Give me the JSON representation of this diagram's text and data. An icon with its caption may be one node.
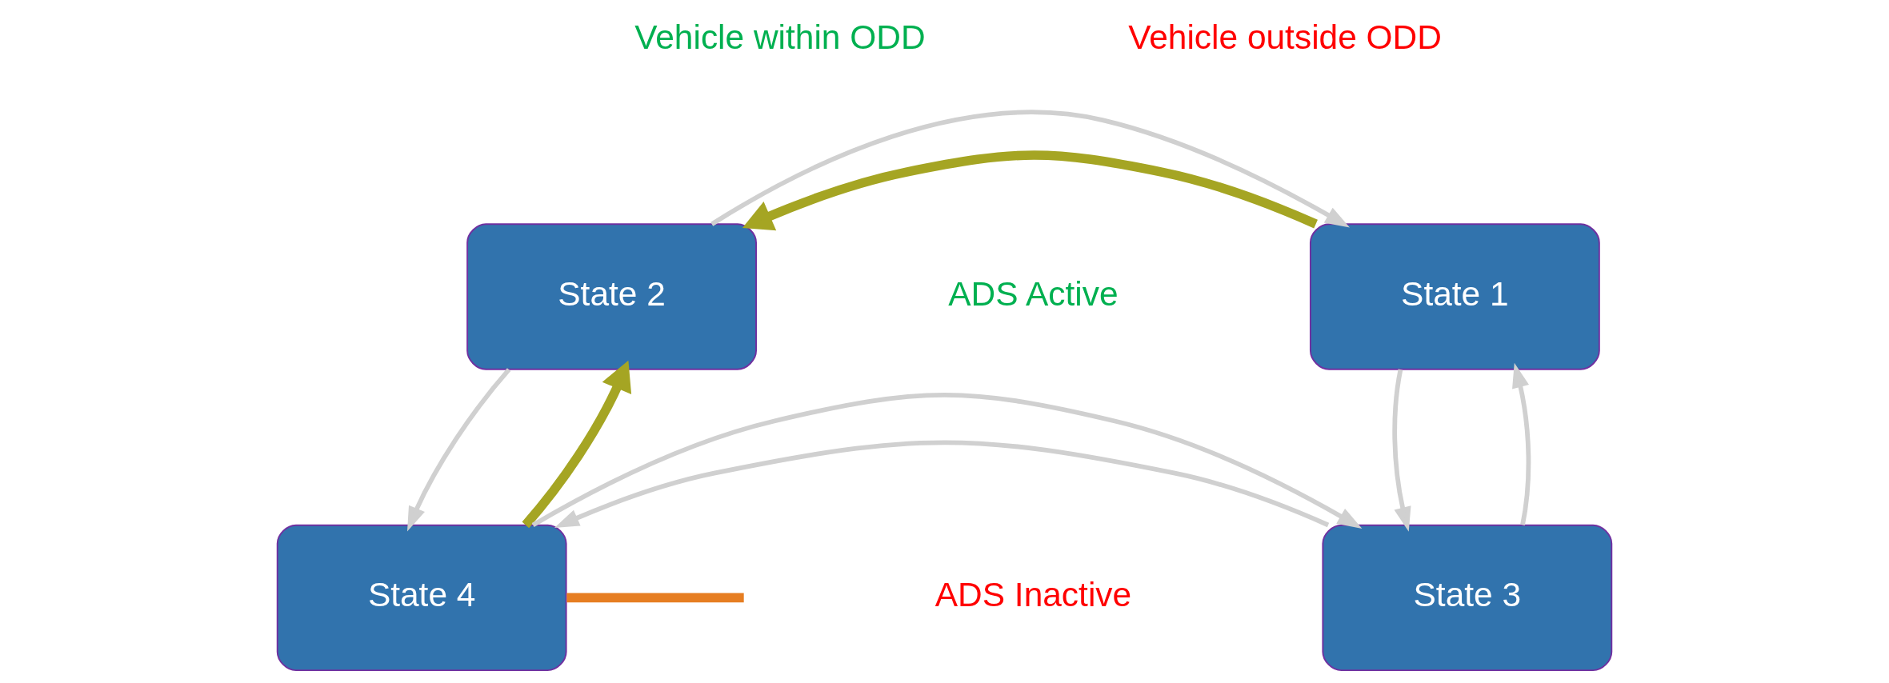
{
  "diagram": {
    "nodes": [
      {
        "text": [
          "State 1"
        ]
      },
      {
        "text": [
          "State 2"
        ]
      },
      {
        "text": [
          "State 3"
        ]
      },
      {
        "text": [
          "State 4"
        ]
      }
    ],
    "edges": [
      {
        "from": 0,
        "to": 1,
        "arrow": "to",
        "style": "thick",
        "color": "#a5a523"
      },
      {
        "from": 1,
        "to": 0,
        "arrow": "to"
      },
      {
        "from": 2,
        "to": 0,
        "arrow": "to"
      },
      {
        "from": 0,
        "to": 2,
        "arrow": "to"
      },
      {
        "from": 3,
        "to": 1,
        "arrow": "to",
        "style": "thick",
        "color": "#a5a523"
      },
      {
        "from": 1,
        "to": 3,
        "arrow": "to"
      },
      {
        "from": 2,
        "to": 3,
        "arrow": "to"
      },
      {
        "from": 3,
        "to": 2,
        "arrow": "to"
      },
      {
        "from": 3,
        "to": null,
        "arrow": "none",
        "style": "thick",
        "color": "#e67e22"
      }
    ],
    "labels": [
      "Vehicle within ODD",
      "Vehicle outside ODD",
      "ADS Active",
      "ADS Inactive"
    ]
  }
}
